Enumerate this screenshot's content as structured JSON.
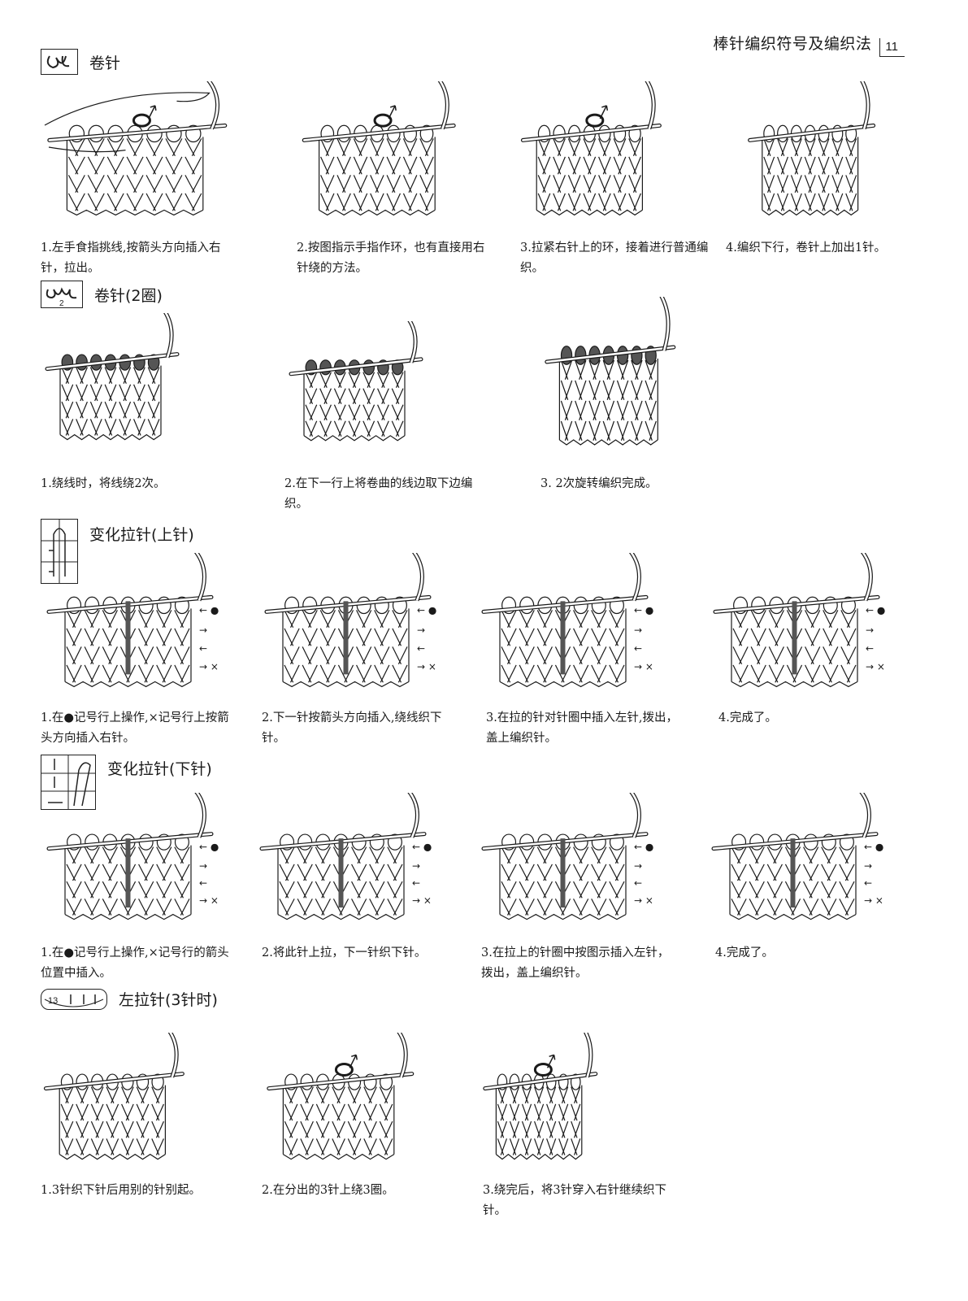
{
  "header": {
    "title": "棒针编织符号及编织法",
    "page": "11"
  },
  "sections": [
    {
      "name": "卷针",
      "captions": [
        "1.左手食指挑线,按箭头方向插入右针，拉出。",
        "2.按图指示手指作环，也有直接用右针绕的方法。",
        "3.拉紧右针上的环，接着进行普通编织。",
        "4.编织下行，卷针上加出1针。"
      ]
    },
    {
      "name": "卷针(2圈)",
      "symbol_digit": "2",
      "captions": [
        "1.绕线时，将线绕2次。",
        "2.在下一行上将卷曲的线边取下边编织。",
        "3. 2次旋转编织完成。"
      ]
    },
    {
      "name": "变化拉针(上针)",
      "captions": [
        "1.在●记号行上操作,×记号行上按箭头方向插入右针。",
        "2.下一针按箭头方向插入,绕线织下针。",
        "3.在拉的针对针圈中插入左针,拨出，盖上编织针。",
        "4.完成了。"
      ]
    },
    {
      "name": "变化拉针(下针)",
      "captions": [
        "1.在●记号行上操作,×记号行的箭头位置中插入。",
        "2.将此针上拉，下一针织下针。",
        "3.在拉上的针圈中按图示插入左针，拨出，盖上编织针。",
        "4.完成了。"
      ]
    },
    {
      "name": "左拉针(3针时)",
      "symbol_text": "13",
      "captions": [
        "1.3针织下针后用别的针别起。",
        "2.在分出的3针上绕3圈。",
        "3.绕完后，将3针穿入右针继续织下针。"
      ]
    }
  ],
  "colors": {
    "ink": "#1a1a1a",
    "yarn_dark": "#555555",
    "yarn_mid": "#8a8a8a",
    "paper": "#ffffff"
  }
}
